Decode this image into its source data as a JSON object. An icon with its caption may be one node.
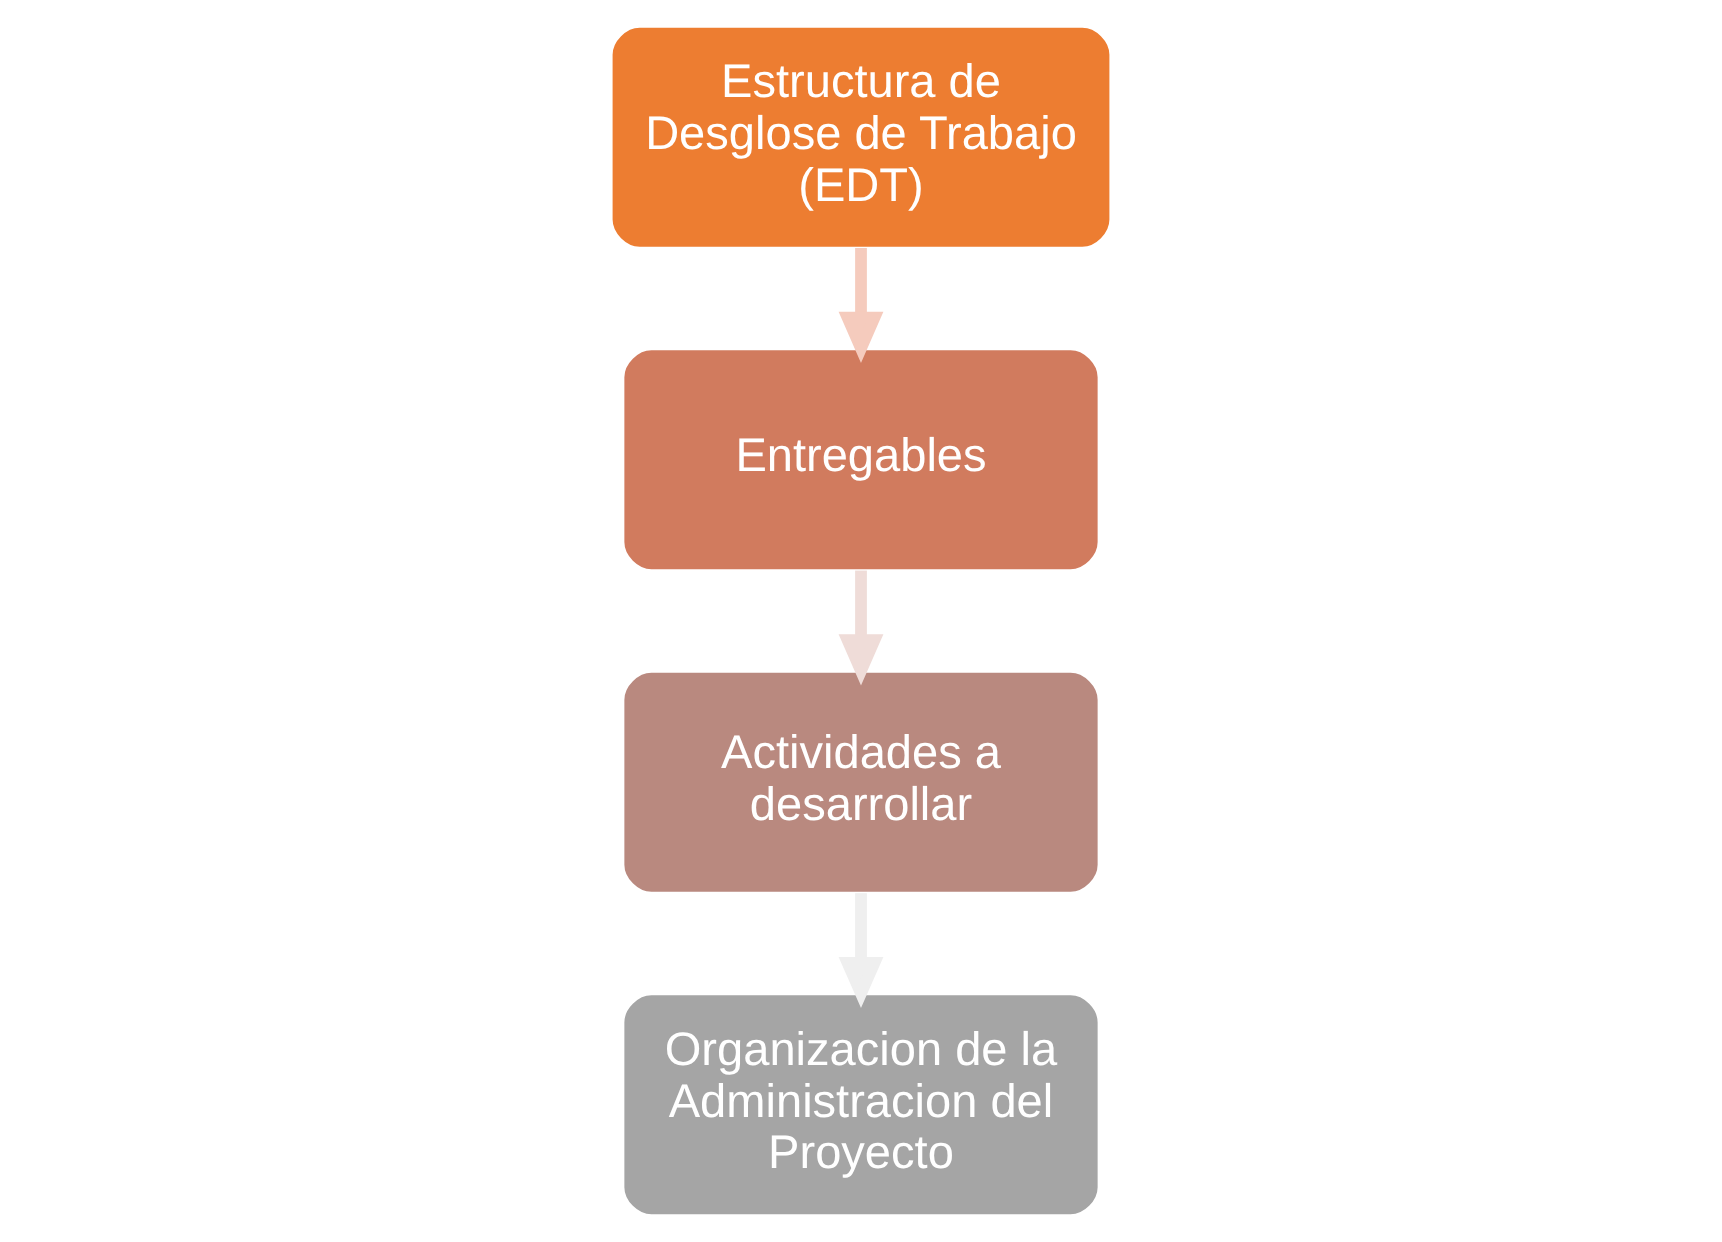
{
  "diagram": {
    "nodes": [
      {
        "text": [
          "Estructura de Desglose de Trabajo (EDT)"
        ]
      },
      {
        "text": [
          "Entregables"
        ]
      },
      {
        "text": [
          "Actividades a desarrollar"
        ]
      },
      {
        "text": [
          "Organizacion de la Administracion del Proyecto"
        ]
      }
    ],
    "edges": [
      {
        "from": 0,
        "to": 1,
        "arrow": "to",
        "color": "#f5cbbd"
      },
      {
        "from": 1,
        "to": 2,
        "arrow": "to",
        "color": "#efdcd8"
      },
      {
        "from": 2,
        "to": 3,
        "arrow": "to",
        "color": "#efefef"
      }
    ]
  }
}
